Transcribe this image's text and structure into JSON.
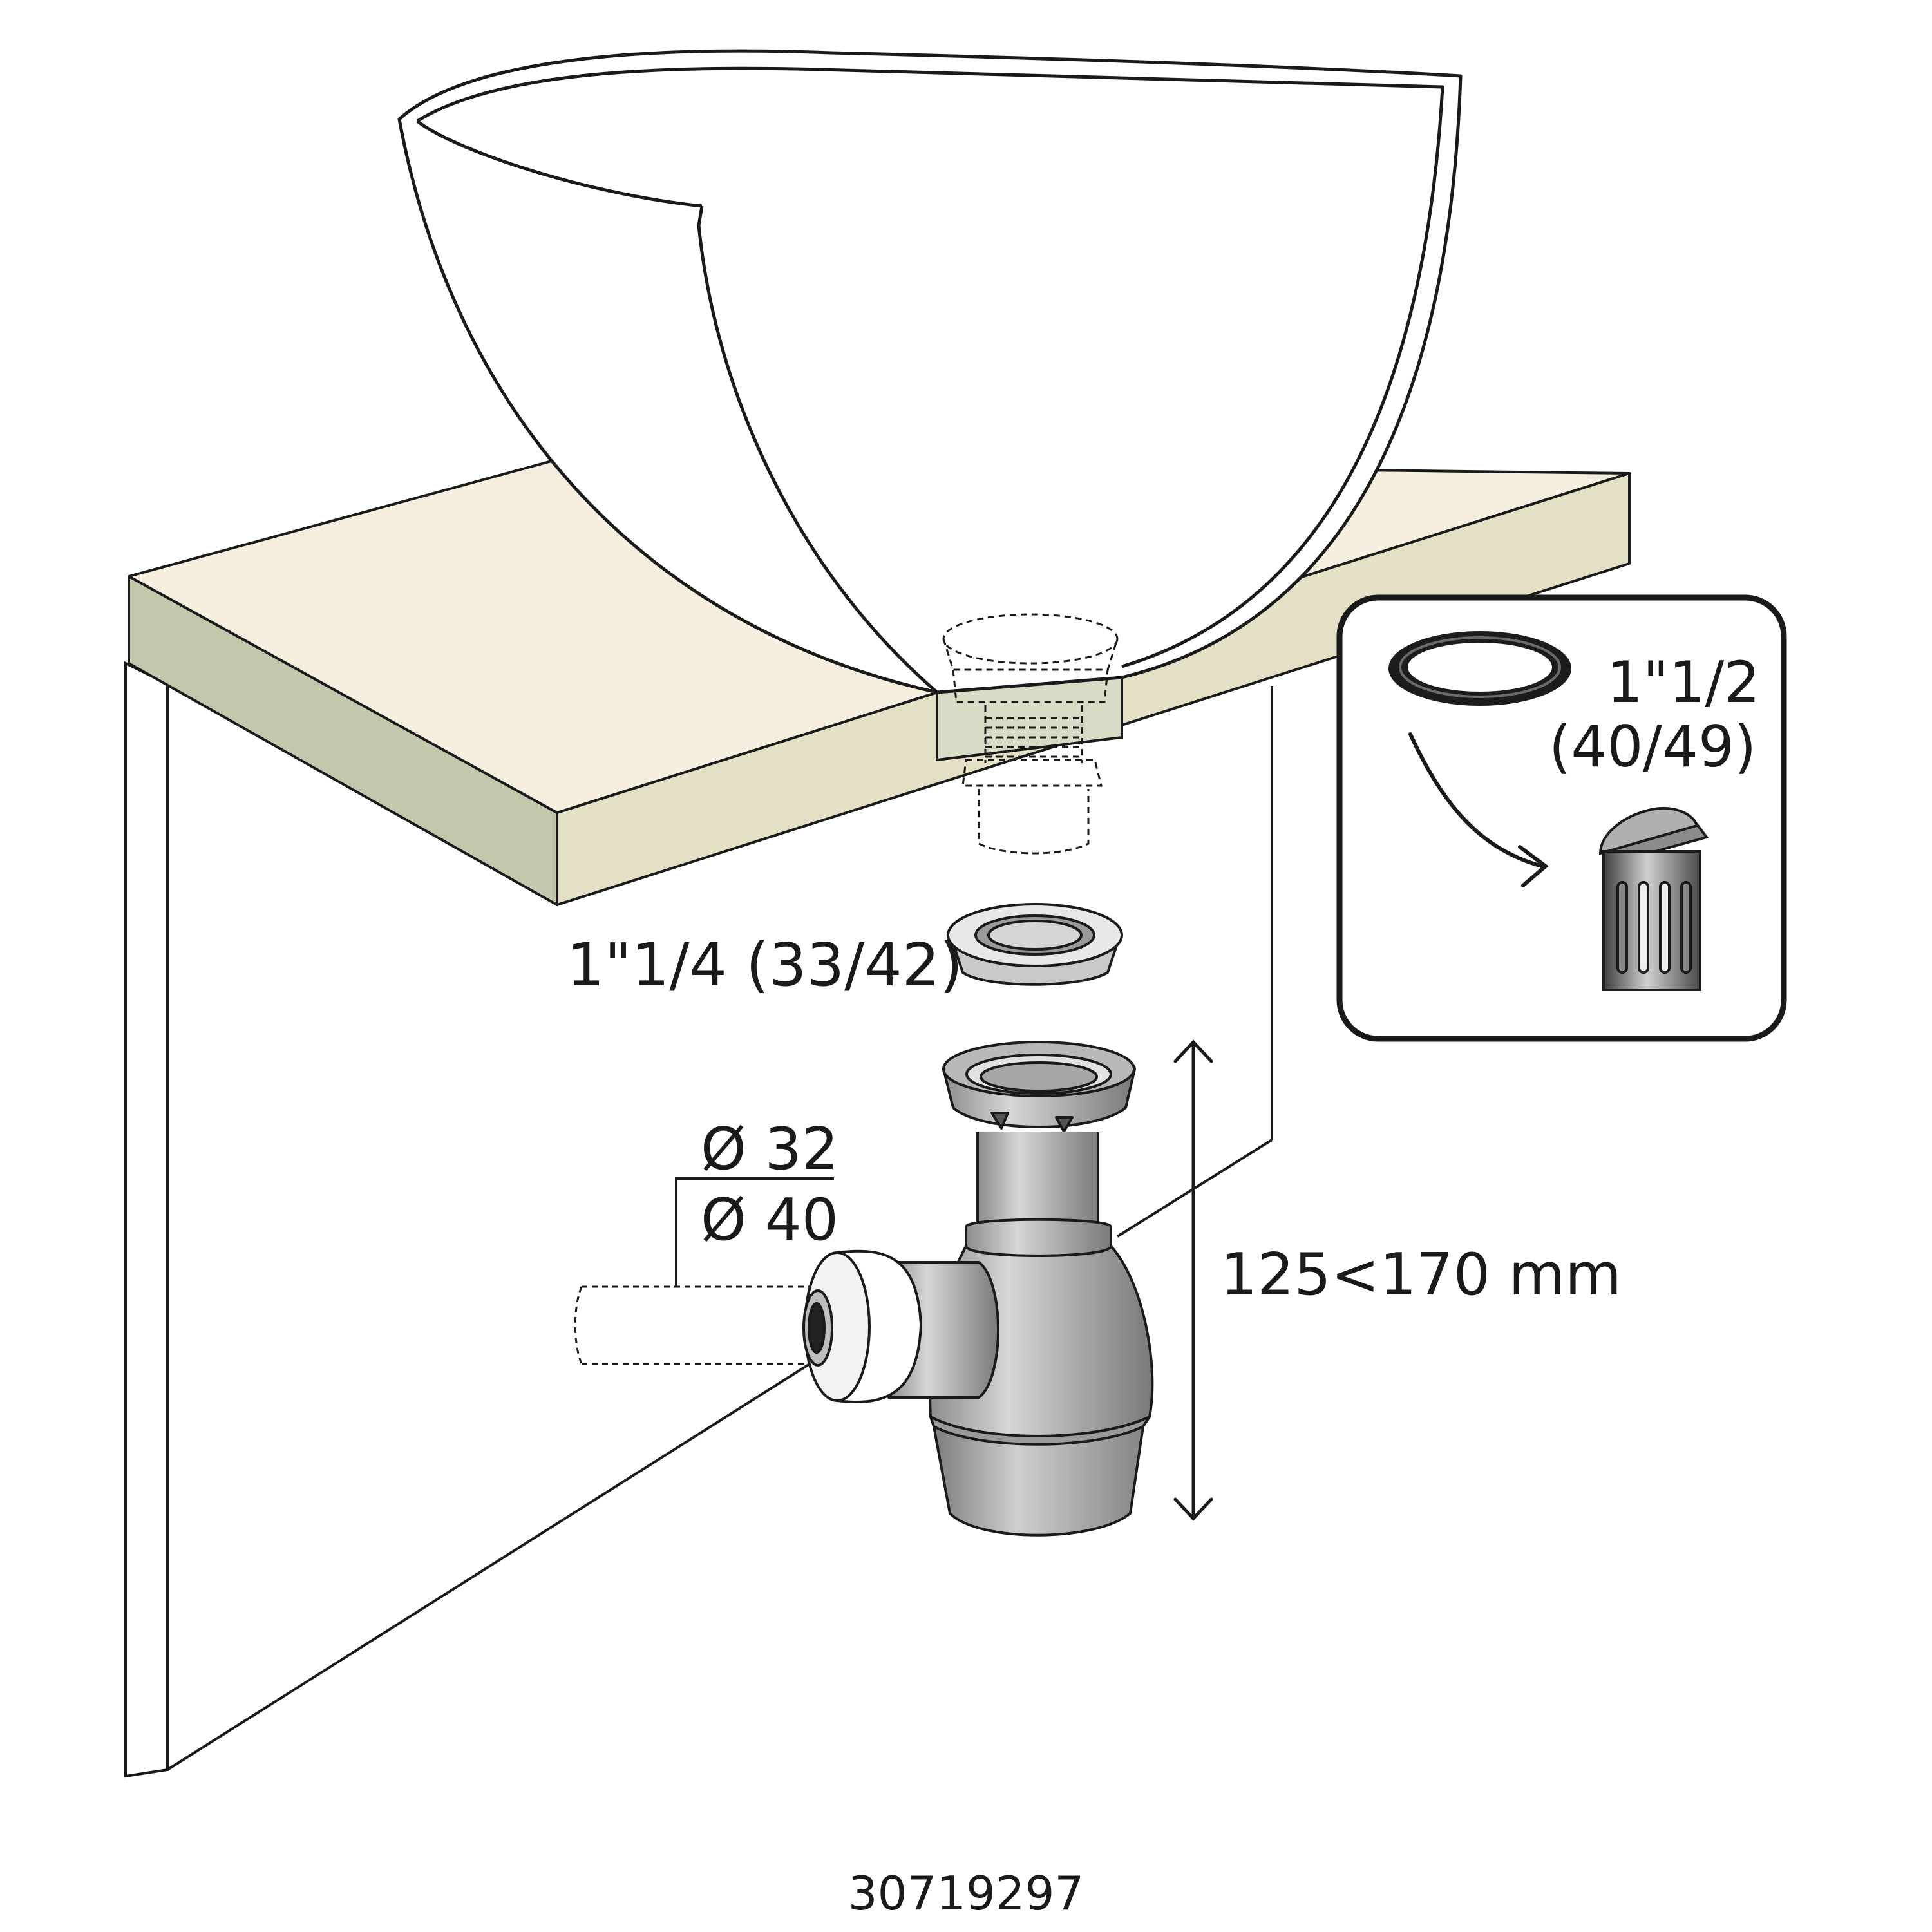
{
  "labels": {
    "drain_thread": "1\"1/4 (33/42)",
    "pipe_diameter_small": "Ø 32",
    "pipe_diameter_large": "Ø 40",
    "height_range": "125<170 mm",
    "gasket_size": "1\"1/2",
    "gasket_size_metric": "(40/49)",
    "product_code": "30719297"
  },
  "colors": {
    "countertop_top": "#f6efdf",
    "countertop_front": "#e4e0c6",
    "countertop_side": "#c3c8ac",
    "basin": "#ffffff",
    "outline": "#1a1a1a",
    "trap_metal": "#a9a9a9",
    "gasket": "#1c1c1c"
  },
  "icons": [
    "basin-icon",
    "drain-plug-icon",
    "adapter-ring-icon",
    "bottle-trap-icon",
    "gasket-ring-icon",
    "trash-bin-icon",
    "dimension-arrow-icon"
  ]
}
